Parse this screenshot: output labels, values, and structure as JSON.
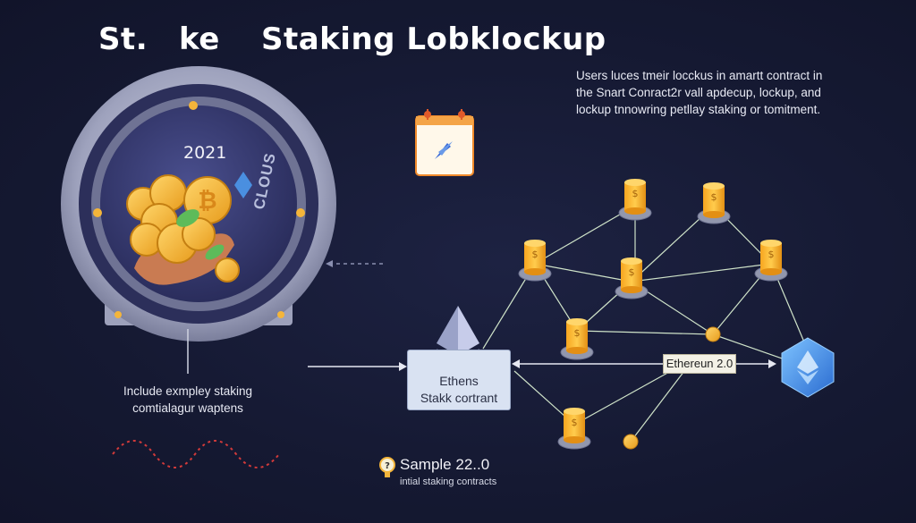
{
  "title": {
    "part1": "St.",
    "part2": "ke",
    "part3": "Staking Lobklockup"
  },
  "description": {
    "line1": "Users luces tmeir locckus in amartt contract in",
    "line2": "the Snart Conract2r vall apdecup, lockup, and",
    "line3": "lockup tnnowring petllay staking or tomitment."
  },
  "vault": {
    "year": "2021",
    "brand": "CLOUS"
  },
  "left_caption": {
    "line1": "Include exmpley staking",
    "line2": "comtialagur waptens"
  },
  "contract": {
    "line1": "Ethens",
    "line2": "Stakk cortrant"
  },
  "network_label": "Ethereun 2.0",
  "sample": {
    "title": "Sample 22..0",
    "subtitle": "intial staking contracts"
  },
  "coin_symbol": "$",
  "colors": {
    "background": "#161a33",
    "gold": "#f4b53a",
    "node_base": "#8e93a8",
    "eth_blue": "#4a8fe0"
  }
}
